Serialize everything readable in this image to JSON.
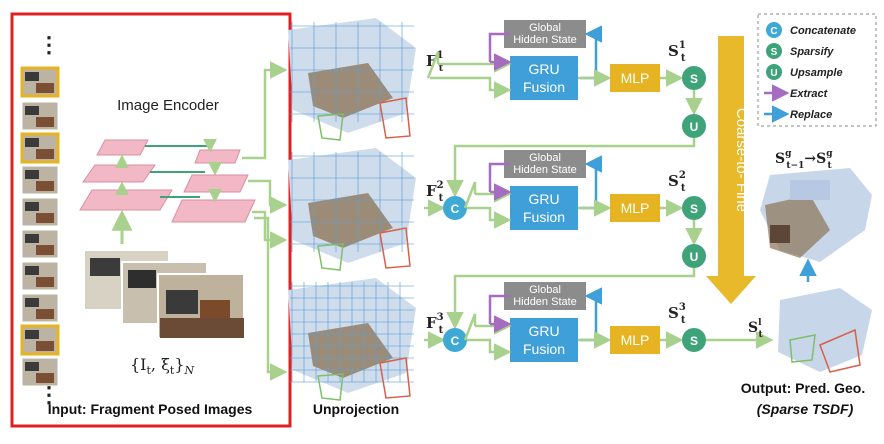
{
  "encoder_panel": {
    "title": "Image Encoder",
    "input_math": "{I",
    "input_math_sub": "t",
    "input_math_rest": ", ξ",
    "input_math_sub2": "t",
    "input_math_close": "}",
    "input_math_N": "N",
    "caption": "Input: Fragment Posed Images"
  },
  "unprojection_label": "Unprojection",
  "features": [
    {
      "sym": "F",
      "sub": "t",
      "sup": "1"
    },
    {
      "sym": "F",
      "sub": "t",
      "sup": "2"
    },
    {
      "sym": "F",
      "sub": "t",
      "sup": "3"
    }
  ],
  "stage_boxes": {
    "global_hidden_line1": "Global",
    "global_hidden_line2": "Hidden State",
    "gru_line1": "GRU",
    "gru_line2": "Fusion",
    "mlp": "MLP"
  },
  "outputs": [
    {
      "sym": "S",
      "sub": "t",
      "sup": "1"
    },
    {
      "sym": "S",
      "sub": "t",
      "sup": "2"
    },
    {
      "sym": "S",
      "sub": "t",
      "sup": "3"
    }
  ],
  "nodes": {
    "concat": "C",
    "sparsify": "S",
    "upsample": "U"
  },
  "coarse_to_fine": "Coarse-to- Fine",
  "legend": [
    {
      "glyph": "C",
      "label": "Concatenate",
      "color": "#3fa9d6"
    },
    {
      "glyph": "S",
      "label": "Sparsify",
      "color": "#3fa37a"
    },
    {
      "glyph": "U",
      "label": "Upsample",
      "color": "#3fa37a"
    },
    {
      "glyph": "arrow",
      "label": "Extract",
      "color": "#a56cc1"
    },
    {
      "glyph": "arrow",
      "label": "Replace",
      "color": "#3f9fd8"
    }
  ],
  "replace_eq": {
    "left": "S",
    "left_sup": "g",
    "left_sub": "t−1",
    "arrow": "→",
    "right": "S",
    "right_sup": "g",
    "right_sub": "t"
  },
  "final_state": {
    "sym": "S",
    "sub": "t",
    "sup": "l"
  },
  "output_caption_1": "Output: Pred. Geo.",
  "output_caption_2": "(Sparse TSDF)",
  "colors": {
    "red_frame": "#e02020",
    "green_arrow": "#a9d18e",
    "blue_box": "#3f9fd8",
    "gray_box": "#8c8c8c",
    "mlp": "#e6b422",
    "node_blue": "#3fa9d6",
    "node_green": "#3fa37a",
    "purple": "#a56cc1",
    "pink_plate": "#f2b8c6",
    "arrow_yellow": "#e8b92a"
  }
}
